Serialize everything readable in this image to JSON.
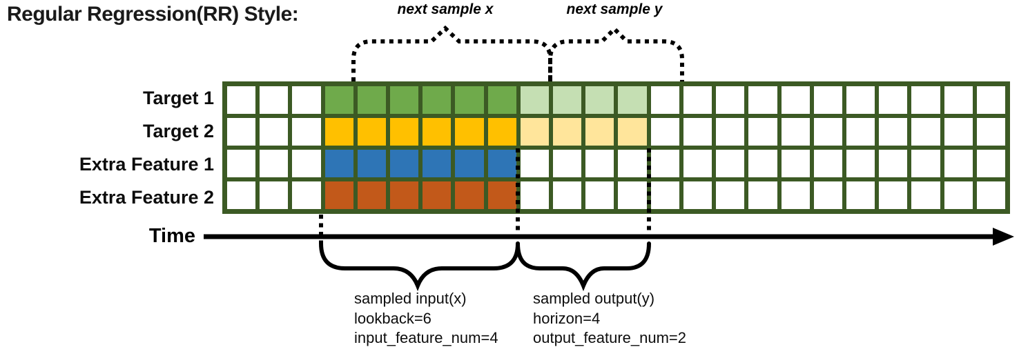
{
  "title": "Regular Regression(RR) Style:",
  "top_annotations": {
    "next_sample_x": "next sample x",
    "next_sample_y": "next sample y"
  },
  "time_axis": {
    "label": "Time"
  },
  "sample_annotations": {
    "input": {
      "lines": [
        "sampled input(x)",
        "lookback=6",
        "input_feature_num=4"
      ]
    },
    "output": {
      "lines": [
        "sampled output(y)",
        "horizon=4",
        "output_feature_num=2"
      ]
    }
  },
  "grid": {
    "columns": 24,
    "input_start_col": 3,
    "lookback": 6,
    "horizon": 4,
    "border_color": "#3C5A24",
    "empty_color": "#FFFFFF",
    "rows": [
      {
        "label": "Target 1",
        "input_color": "#6FAA4B",
        "output_color": "#C5DFB3"
      },
      {
        "label": "Target 2",
        "input_color": "#FFC000",
        "output_color": "#FFE59B"
      },
      {
        "label": "Extra Feature 1",
        "input_color": "#2E75B6",
        "output_color": null
      },
      {
        "label": "Extra Feature 2",
        "input_color": "#C2591A",
        "output_color": null
      }
    ]
  }
}
